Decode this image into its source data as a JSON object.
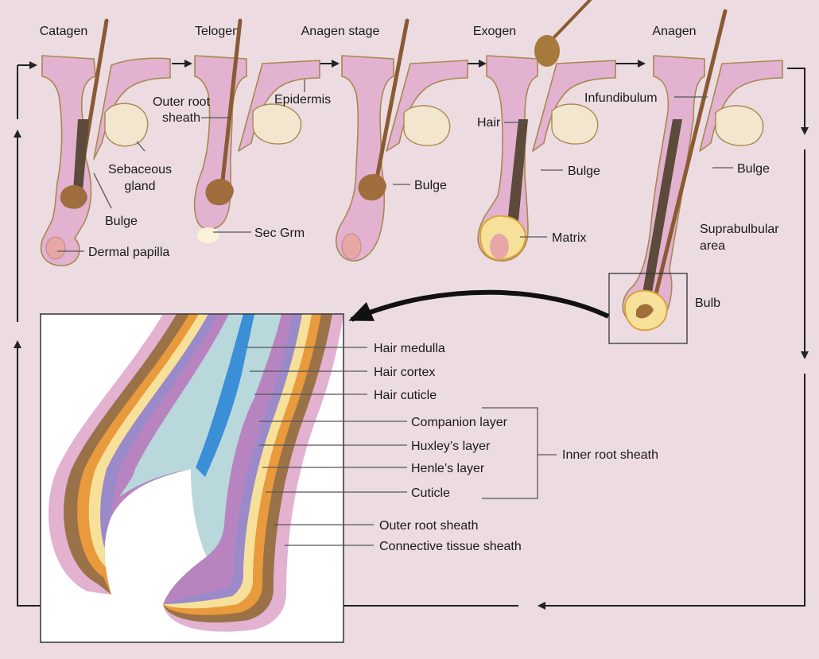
{
  "stages": {
    "catagen": "Catagen",
    "telogen": "Telogen",
    "anagen_stage": "Anagen stage",
    "exogen": "Exogen",
    "anagen": "Anagen"
  },
  "labels": {
    "outer_root_sheath": [
      "Outer root",
      "sheath"
    ],
    "epidermis": "Epidermis",
    "sebaceous_gland": [
      "Sebaceous",
      "gland"
    ],
    "bulge": "Bulge",
    "dermal_papilla": "Dermal papilla",
    "sec_grm": "Sec Grm",
    "hair": "Hair",
    "matrix": "Matrix",
    "infundibulum": "Infundibulum",
    "suprabulbular_area": [
      "Suprabulbular",
      "area"
    ],
    "bulb": "Bulb"
  },
  "detail_layers": {
    "hair_medulla": "Hair medulla",
    "hair_cortex": "Hair cortex",
    "hair_cuticle": "Hair cuticle",
    "companion_layer": "Companion layer",
    "huxleys_layer": "Huxley’s layer",
    "henles_layer": "Henle’s layer",
    "cuticle": "Cuticle",
    "inner_root_sheath": "Inner root sheath",
    "outer_root_sheath": "Outer root sheath",
    "connective_tissue_sheath": "Connective tissue sheath"
  },
  "colors": {
    "background": "#ecdce2",
    "skin": "#e2b2d0",
    "connective": "#9b7248",
    "orange": "#e89a3c",
    "cream": "#f7e19a",
    "purple": "#9b8ac9",
    "medulla": "#3a8fd6",
    "cortex": "#b8d8dc"
  }
}
